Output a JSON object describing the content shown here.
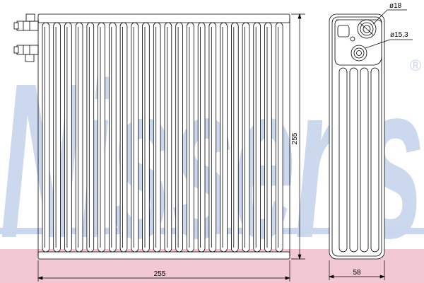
{
  "watermark": {
    "brand": "Nissens",
    "registered_mark": "®",
    "text_color": "#c9d6ee",
    "band_color": "#f2c9d3"
  },
  "dimensions": {
    "width_label": "255",
    "height_label": "255",
    "depth_label": "58",
    "inlet_diameter_label": "ø18",
    "outlet_diameter_label": "ø15,3"
  },
  "colors": {
    "line": "#000000",
    "part_fill": "#ffffff"
  }
}
